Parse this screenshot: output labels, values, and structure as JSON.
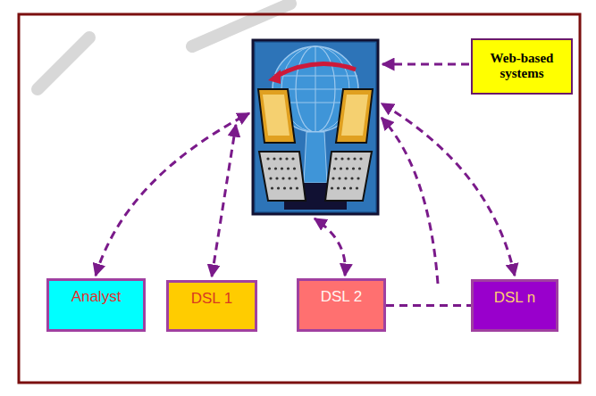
{
  "diagram": {
    "nodes": [
      {
        "text": [
          "Web-based systems"
        ]
      },
      {
        "text": [
          "Analyst"
        ]
      },
      {
        "text": [
          "DSL 1"
        ]
      },
      {
        "text": [
          "DSL 2"
        ]
      },
      {
        "text": [
          "DSL n"
        ]
      }
    ],
    "edges": [
      {
        "from": 3,
        "to": 4,
        "arrow": "none"
      }
    ]
  }
}
